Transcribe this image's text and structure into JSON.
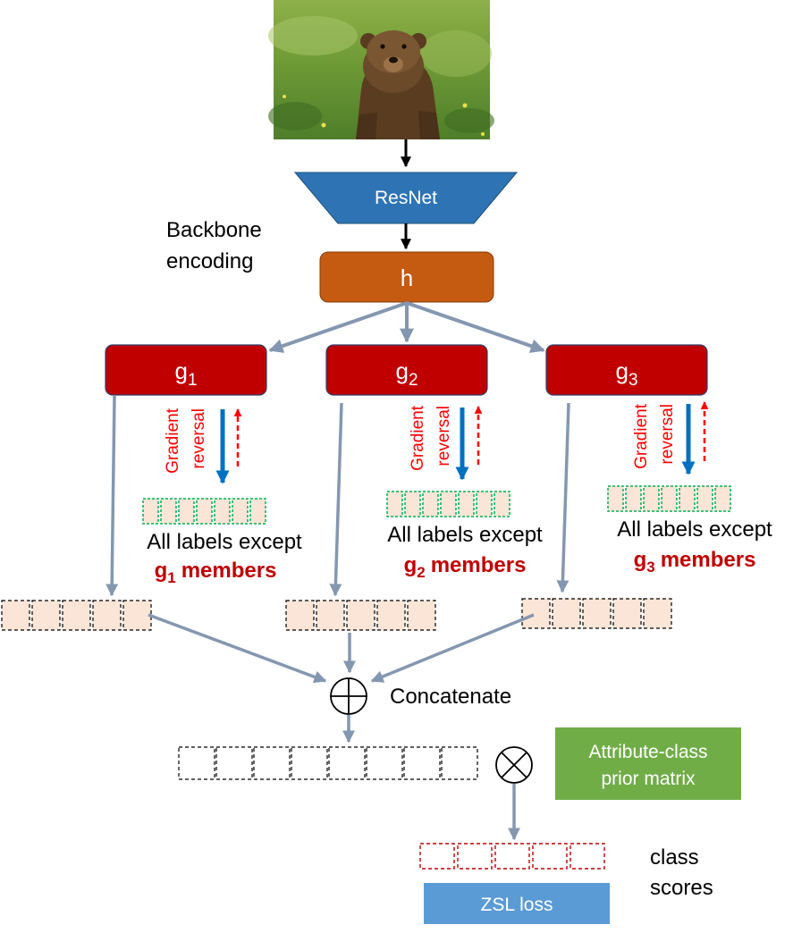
{
  "image": {
    "icon": "bear-photo"
  },
  "backbone": {
    "resnet_label": "ResNet",
    "caption_line1": "Backbone",
    "caption_line2": "encoding"
  },
  "h_label": "h",
  "groups": [
    {
      "letter": "g",
      "sub": "1",
      "grad_line1": "Gradient",
      "grad_line2": "reversal",
      "except_text": "All labels except",
      "members_sub": "1",
      "members_text": "members"
    },
    {
      "letter": "g",
      "sub": "2",
      "grad_line1": "Gradient",
      "grad_line2": "reversal",
      "except_text": "All labels except",
      "members_sub": "2",
      "members_text": "members"
    },
    {
      "letter": "g",
      "sub": "3",
      "grad_line1": "Gradient",
      "grad_line2": "reversal",
      "except_text": "All labels except",
      "members_sub": "3",
      "members_text": "members"
    }
  ],
  "concat": {
    "label": "Concatenate",
    "icon": "oplus-icon"
  },
  "multiply": {
    "icon": "otimes-icon"
  },
  "prior": {
    "line1": "Attribute-class",
    "line2": "prior matrix"
  },
  "class_scores": {
    "line1": "class",
    "line2": "scores"
  },
  "zsl_loss": "ZSL loss",
  "colors": {
    "resnet_fill": "#2e74b5",
    "h_fill": "#c55a11",
    "g_fill": "#c00000",
    "group_text": "#c00000",
    "gradient_text": "#ff0000",
    "down_arrow": "#0070c0",
    "up_arrow": "#ff0000",
    "cell_fill": "#fbe5d6",
    "label_cell_border": "#00b050",
    "connector": "#8497b0",
    "prior_fill": "#70ad47",
    "zsl_fill": "#5b9bd5",
    "class_cell_border": "#c00000"
  }
}
